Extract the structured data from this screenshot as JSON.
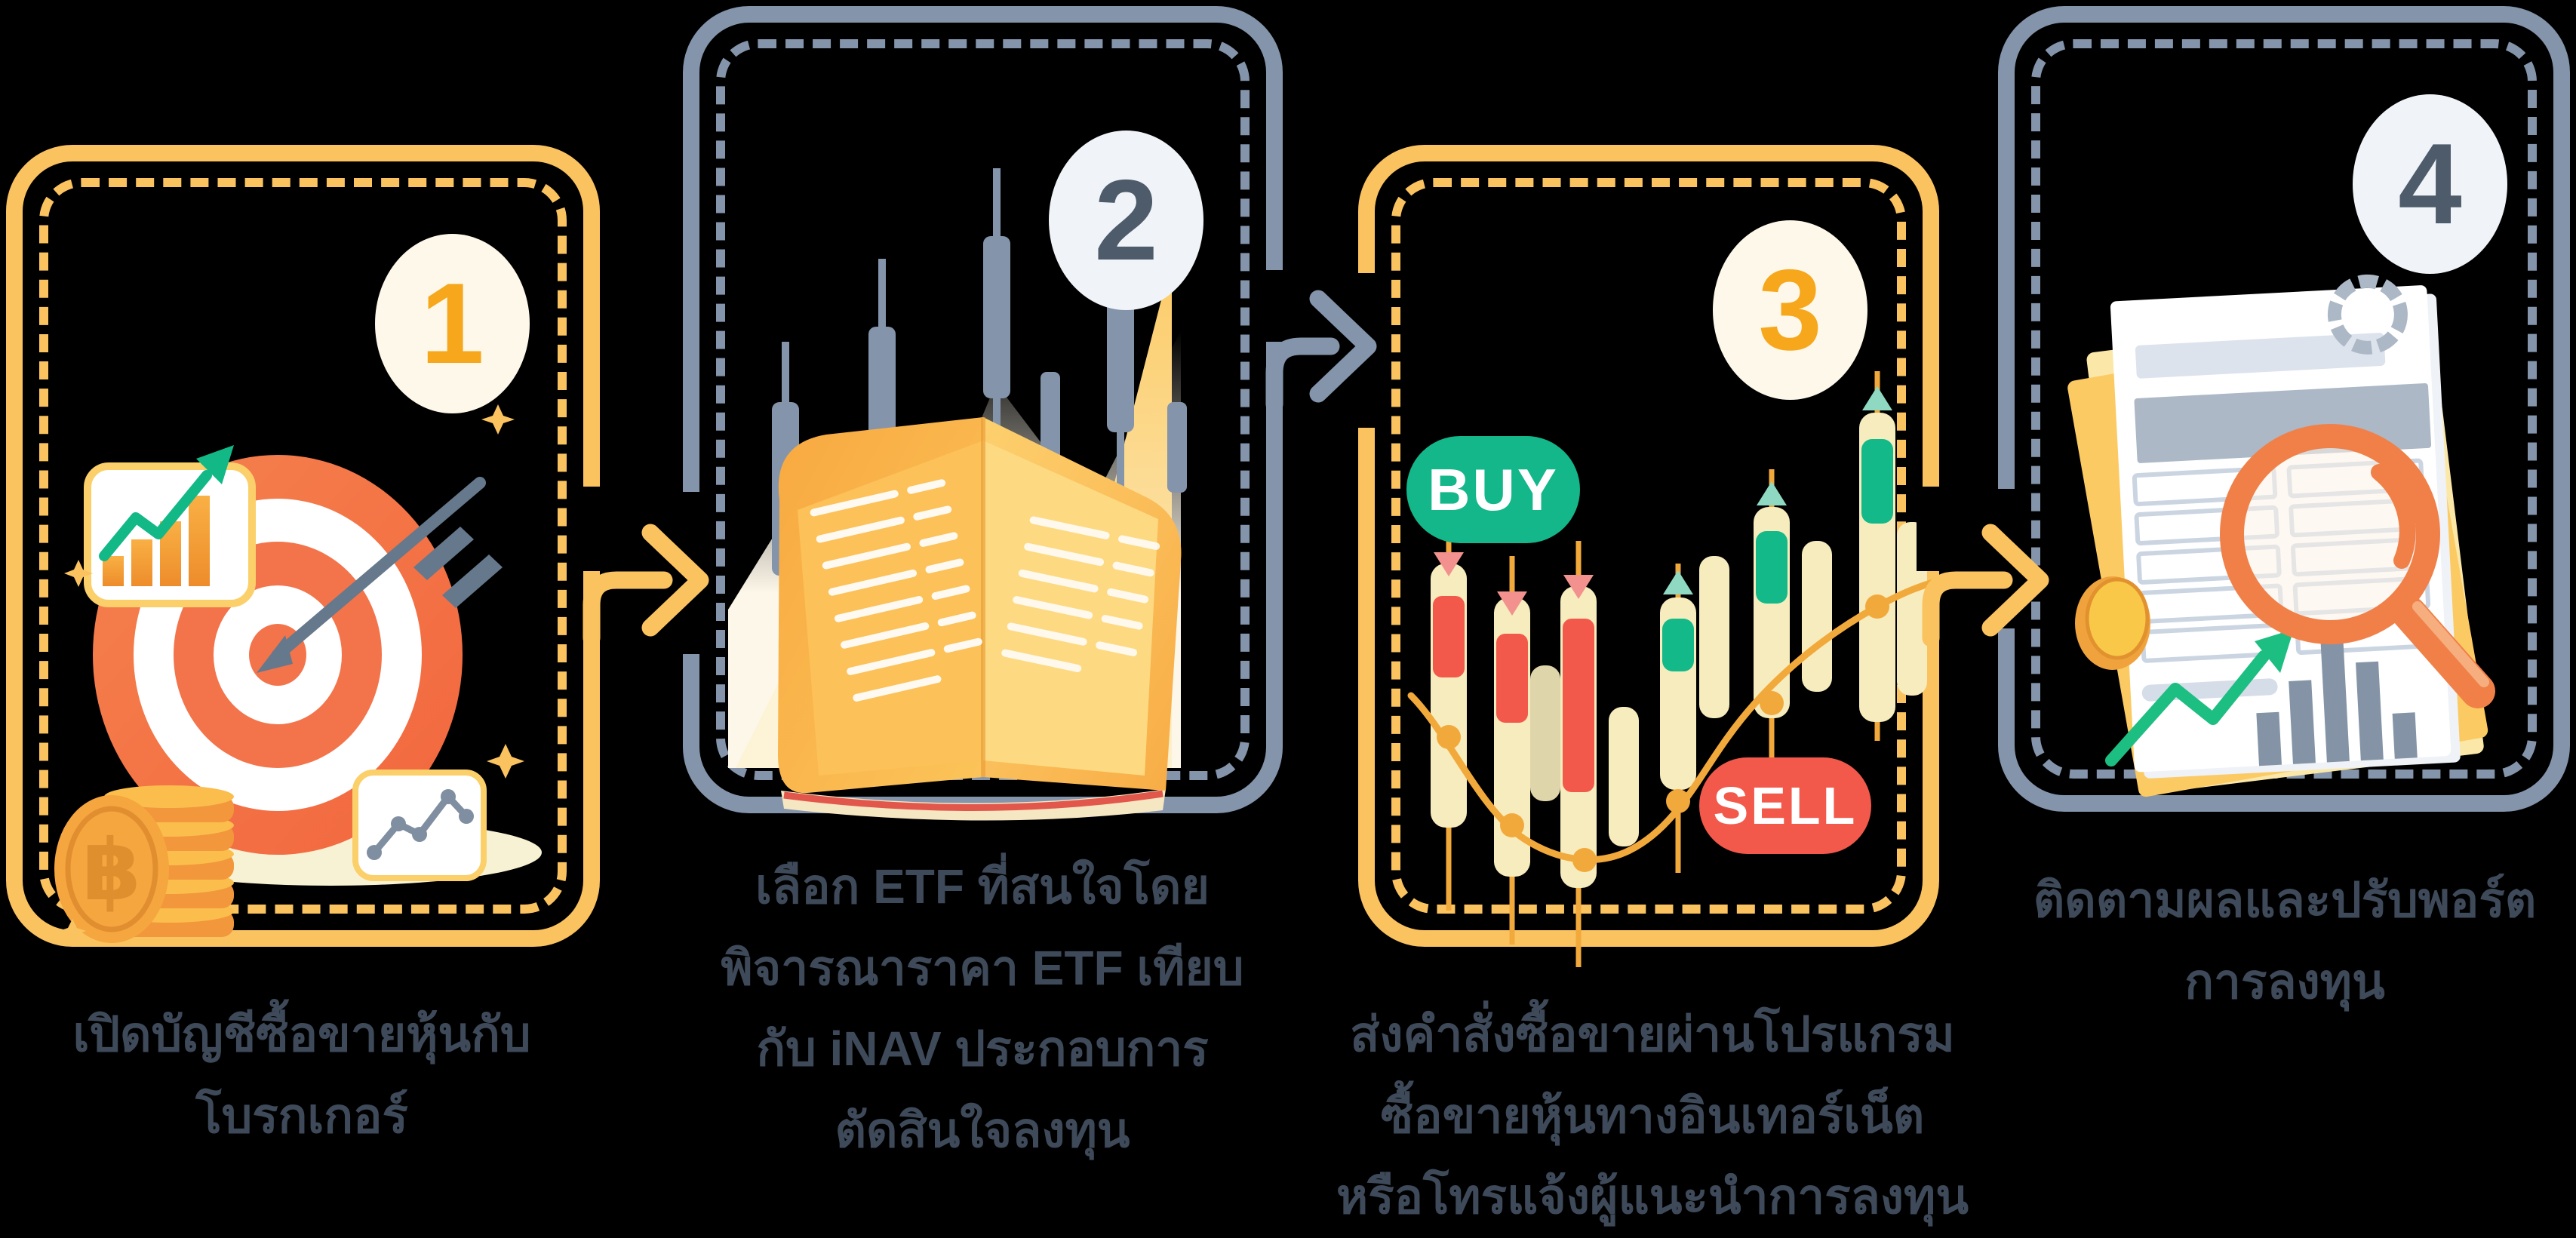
{
  "steps": [
    {
      "number": "1",
      "variant": "yellow",
      "caption_lines": [
        "เปิดบัญชีซื้อขายหุ้นกับ",
        "โบรกเกอร์"
      ],
      "illustration": "target-dart-coins-icon"
    },
    {
      "number": "2",
      "variant": "gray",
      "caption_lines": [
        "เลือก ETF ที่สนใจโดย",
        "พิจารณาราคา ETF เทียบ",
        "กับ iNAV ประกอบการ",
        "ตัดสินใจลงทุน"
      ],
      "illustration": "ledger-book-candlestick-icon"
    },
    {
      "number": "3",
      "variant": "yellow",
      "caption_lines": [
        "ส่งคำสั่งซื้อขายผ่านโปรแกรม",
        "ซื้อขายหุ้นทางอินเทอร์เน็ต",
        "หรือโทรแจ้งผู้แนะนำการลงทุน"
      ],
      "buy_label": "BUY",
      "sell_label": "SELL",
      "illustration": "candlestick-buy-sell-icon"
    },
    {
      "number": "4",
      "variant": "gray",
      "caption_lines": [
        "ติดตามผลและปรับพอร์ต",
        "การลงทุน"
      ],
      "illustration": "report-magnifier-icon"
    }
  ],
  "symbols": {
    "baht": "฿"
  },
  "colors": {
    "background": "#000000",
    "card_yellow": "#FBC360",
    "card_gray": "#8394AB",
    "caption_text": "#3E4A59",
    "badge_cream_bg": "#FDF8E9",
    "badge_cream_number": "#F6A71B",
    "badge_gray_bg": "#F0F4F8",
    "badge_gray_number": "#4D5B6A",
    "buy_green": "#13B789",
    "sell_red": "#F2594B",
    "target_orange": "#F3744B",
    "curve_orange": "#F2A93B",
    "arrow_green": "#12B886"
  }
}
